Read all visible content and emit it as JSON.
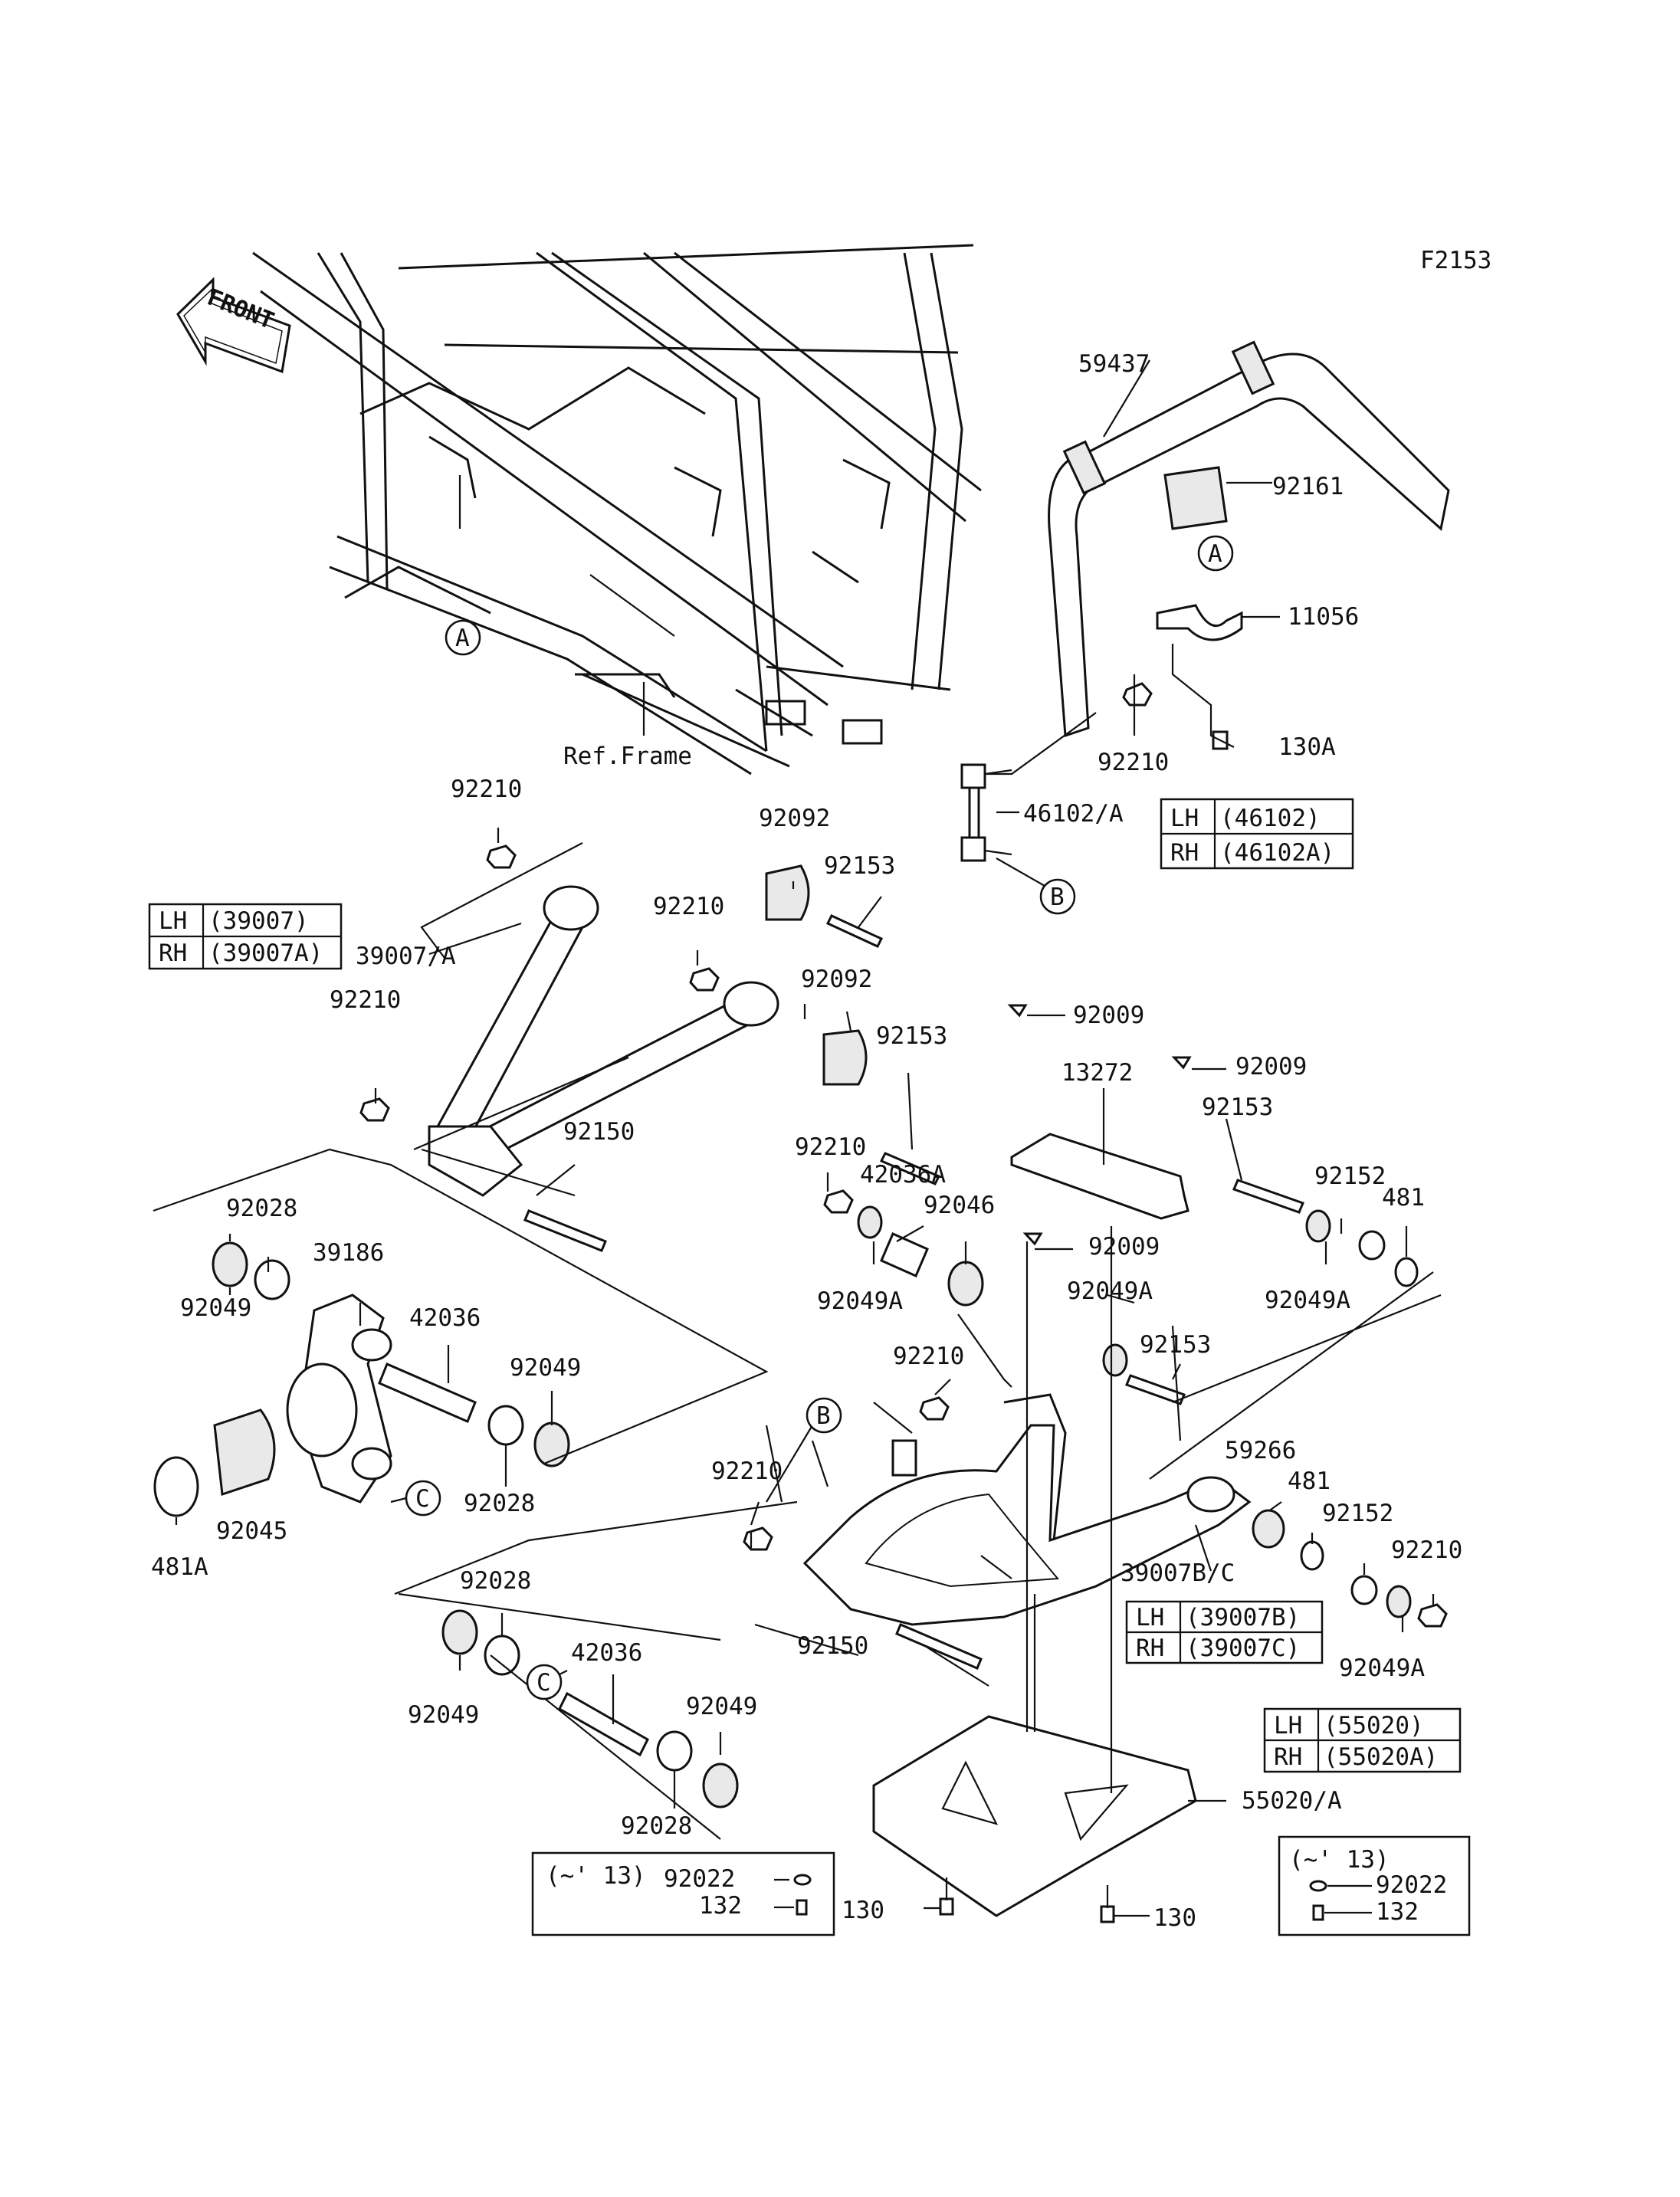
{
  "figure_code": "F2153",
  "front_label": "FRONT",
  "ref_frame": "Ref.Frame",
  "callouts": {
    "a1": "A",
    "a2": "A",
    "b1": "B",
    "b2": "B",
    "c1": "C",
    "c2": "C"
  },
  "labels": {
    "p59437": "59437",
    "p92161": "92161",
    "p11056": "11056",
    "p130A": "130A",
    "p92210_stab": "92210",
    "p46102": "46102/A",
    "p92210_a": "92210",
    "p92092_a": "92092",
    "p92153_a": "92153",
    "p39007": "39007/A",
    "p92210_b": "92210",
    "p92092_b": "92092",
    "p92153_b": "92153",
    "p92210_c": "92210",
    "p92150_a": "92150",
    "p92009_a": "92009",
    "p13272": "13272",
    "p92009_b": "92009",
    "p92153_c": "92153",
    "p92152_a": "92152",
    "p481_a": "481",
    "p92049A_a": "92049A",
    "p92210_d": "92210",
    "p42036A": "42036A",
    "p92046": "92046",
    "p92049A_b": "92049A",
    "p92009_c": "92009",
    "p92049A_c": "92049A",
    "p92153_d": "92153",
    "p92028_a": "92028",
    "p39186": "39186",
    "p92049_a": "92049",
    "p42036_a": "42036",
    "p92049_b": "92049",
    "p92028_b": "92028",
    "p92045": "92045",
    "p481A": "481A",
    "p92210_e": "92210",
    "p92210_f": "92210",
    "p59266": "59266",
    "p481_b": "481",
    "p92152_b": "92152",
    "p92210_g": "92210",
    "p39007BC": "39007B/C",
    "p92049A_d": "92049A",
    "p92150_b": "92150",
    "p92028_c": "92028",
    "p92049_c": "92049",
    "p42036_b": "42036",
    "p92049_d": "92049",
    "p92028_d": "92028",
    "p55020": "55020/A",
    "p130_a": "130",
    "p130_b": "130"
  },
  "tables": {
    "t46102": [
      [
        "LH",
        "(46102)"
      ],
      [
        "RH",
        "(46102A)"
      ]
    ],
    "t39007": [
      [
        "LH",
        "(39007)"
      ],
      [
        "RH",
        "(39007A)"
      ]
    ],
    "t39007BC": [
      [
        "LH",
        "(39007B)"
      ],
      [
        "RH",
        "(39007C)"
      ]
    ],
    "t55020": [
      [
        "LH",
        "(55020)"
      ],
      [
        "RH",
        "(55020A)"
      ]
    ]
  },
  "notes": {
    "left": {
      "title": "(~' 13)",
      "l1": "92022",
      "l2": "132"
    },
    "right": {
      "title": "(~' 13)",
      "l1": "92022",
      "l2": "132"
    }
  }
}
